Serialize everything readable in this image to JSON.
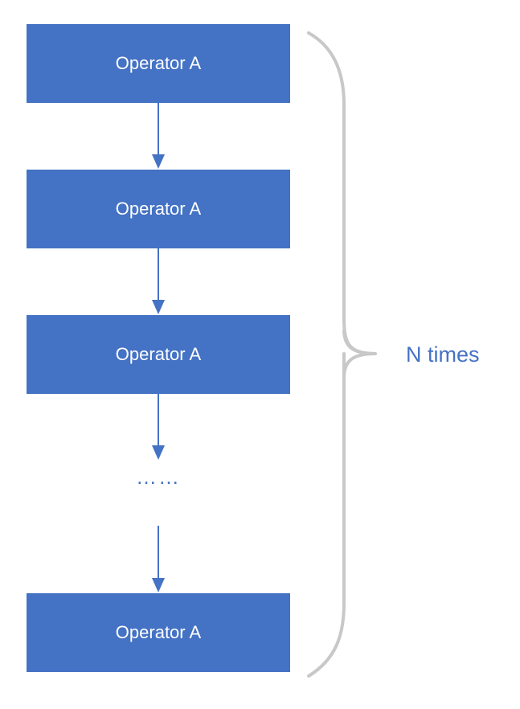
{
  "diagram": {
    "nodes": [
      {
        "label": "Operator A"
      },
      {
        "label": "Operator A"
      },
      {
        "label": "Operator A"
      },
      {
        "label": "Operator A"
      }
    ],
    "ellipsis": "……",
    "repeat_label": "N times"
  },
  "colors": {
    "box_fill": "#4472c4",
    "box_text": "#ffffff",
    "arrow": "#4472c4",
    "brace": "#c8c8c8",
    "label": "#4472c4"
  }
}
